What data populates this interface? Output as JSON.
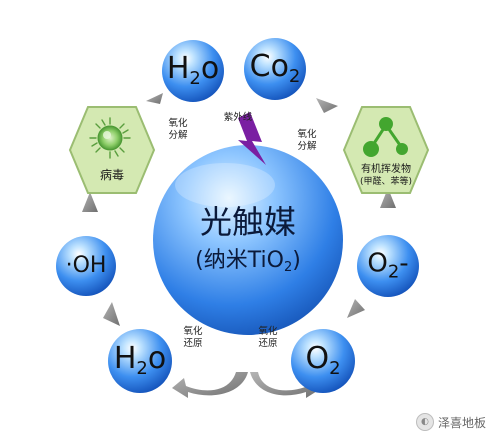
{
  "center": {
    "title": "光触媒",
    "subtitle_prefix": "(纳米TiO",
    "subtitle_sub": "2",
    "subtitle_suffix": ")"
  },
  "nodes": {
    "h2o_top": {
      "main": "H",
      "sub": "2",
      "tail": "o"
    },
    "co2_top": {
      "main": "Co",
      "sub": "2"
    },
    "oh": {
      "main": "·OH"
    },
    "o2_minus": {
      "main": "O",
      "sub": "2",
      "tail": "-"
    },
    "h2o_bottom": {
      "main": "H",
      "sub": "2",
      "tail": "o"
    },
    "o2_bottom": {
      "main": "O",
      "sub": "2"
    }
  },
  "hexagons": {
    "virus": {
      "label": "病毒"
    },
    "organic": {
      "label": "有机挥发物",
      "sublabel": "(甲醛、苯等)"
    }
  },
  "labels": {
    "uv": "紫外线",
    "ox_decomp_left": [
      "氧化",
      "分解"
    ],
    "ox_decomp_right": [
      "氧化",
      "分解"
    ],
    "redox_left": [
      "氧化",
      "还原"
    ],
    "redox_right": [
      "氧化",
      "还原"
    ]
  },
  "watermark": {
    "text": "泽喜地板"
  },
  "colors": {
    "sphere_light": "#bfe3ff",
    "sphere_mid": "#3d8ff0",
    "sphere_dark": "#1250b8",
    "hex_fill": "#d4e9b2",
    "hex_stroke": "#9bbd72",
    "arrow": "#8f8f8f",
    "lightning": "#7a1fa2",
    "molecule_green": "#43a62f"
  },
  "icons": [
    "virus-icon",
    "molecule-icon",
    "lightning-icon",
    "wechat-icon"
  ]
}
